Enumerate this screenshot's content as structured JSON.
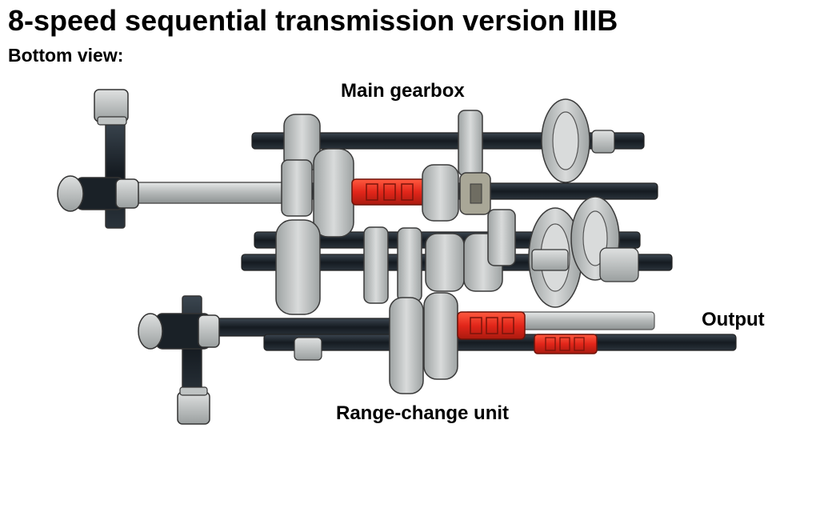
{
  "title": "8-speed sequential transmission version IIIB",
  "subtitle": "Bottom view:",
  "labels": {
    "main_gearbox": "Main gearbox",
    "output": "Output",
    "range_change": "Range-change unit"
  },
  "colors": {
    "axle": "#1b232b",
    "gear": "#c9cbcb",
    "gear_dark": "#8f9494",
    "outline": "#3a3a3a",
    "coupler": "#e8301c",
    "driver_ring": "#a9a797",
    "background": "#ffffff"
  }
}
